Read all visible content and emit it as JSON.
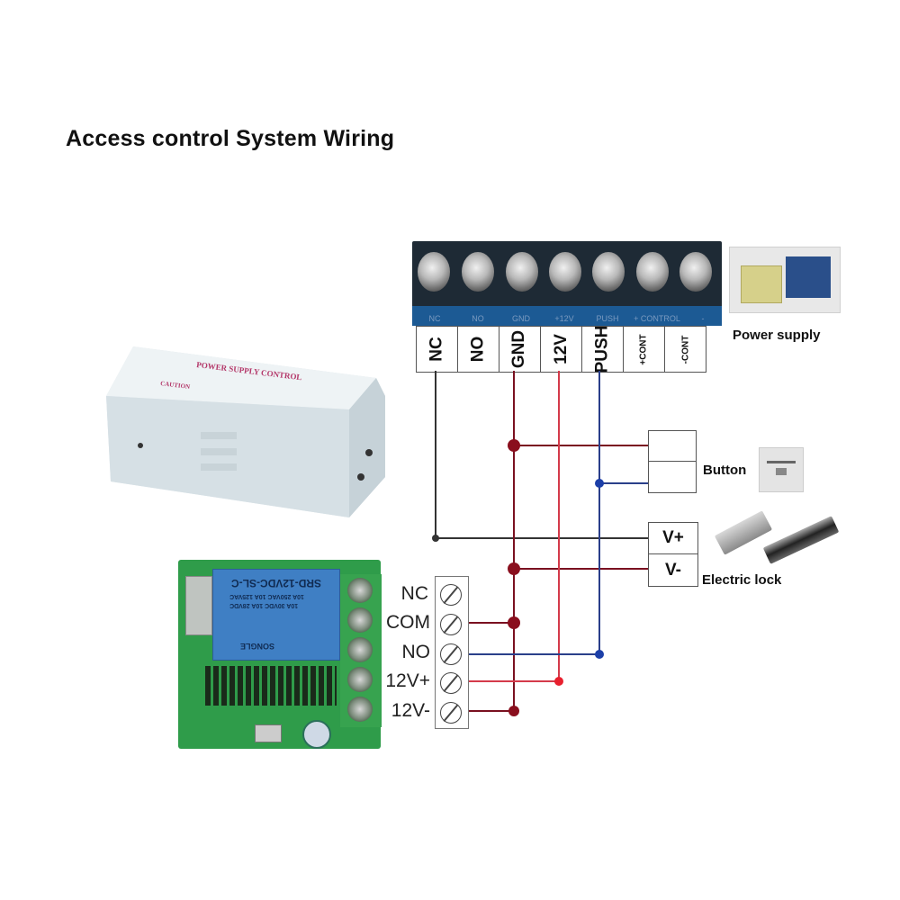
{
  "title": "Access control System Wiring",
  "power_supply_unit": {
    "terminal_silkscreen": [
      "NC",
      "NO",
      "GND",
      "+12V",
      "PUSH",
      "+ CONTROL",
      "-"
    ],
    "pin_labels": [
      "NC",
      "NO",
      "GND",
      "12V",
      "PUSH",
      "+CONT",
      "-CONT"
    ],
    "image_label": "Power supply",
    "box_printed_text": "POWER SUPPLY CONTROL",
    "box_caution_text": "CAUTION"
  },
  "button": {
    "label": "Button"
  },
  "electric_lock": {
    "label": "Electric lock",
    "terminals": [
      "V+",
      "V-"
    ]
  },
  "relay_module": {
    "relay_marking": "SRD-12VDC-SL-C",
    "relay_ratings": [
      "10A 250VAC 10A 125VAC",
      "10A 30VDC 10A 28VDC"
    ],
    "relay_brand": "SONGLE",
    "terminals": [
      "NC",
      "COM",
      "NO",
      "12V+",
      "12V-"
    ]
  },
  "wire_colors": {
    "gnd": "#7a1020",
    "v12": "#d43a4a",
    "push": "#2a3f8a",
    "nc": "#333333",
    "junction_gnd": "#8a0f1e",
    "junction_v12": "#e8202e",
    "junction_push": "#1c3fa8",
    "junction_nc": "#333333"
  },
  "connections": [
    {
      "from": "PSU.GND",
      "to": "Button.1"
    },
    {
      "from": "PSU.PUSH",
      "to": "Button.2"
    },
    {
      "from": "PSU.NC",
      "to": "Lock.V+"
    },
    {
      "from": "PSU.GND",
      "to": "Lock.V-"
    },
    {
      "from": "Relay.COM",
      "to": "PSU.GND"
    },
    {
      "from": "Relay.NO",
      "to": "PSU.PUSH"
    },
    {
      "from": "Relay.12V+",
      "to": "PSU.12V"
    },
    {
      "from": "Relay.12V-",
      "to": "PSU.GND"
    }
  ]
}
